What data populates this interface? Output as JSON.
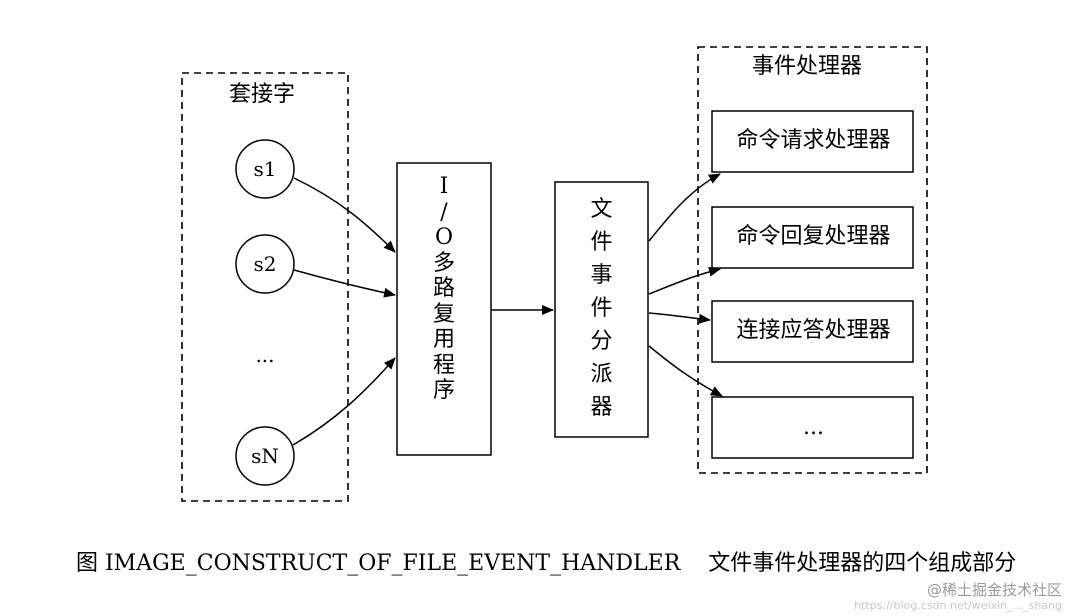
{
  "socket_group": {
    "title": "套接字",
    "sockets": [
      "s1",
      "s2",
      "...",
      "sN"
    ]
  },
  "io_multiplexer": {
    "label_chars": [
      "I",
      "/",
      "O",
      "多",
      "路",
      "复",
      "用",
      "程",
      "序"
    ]
  },
  "dispatcher": {
    "label_chars": [
      "文",
      "件",
      "事",
      "件",
      "分",
      "派",
      "器"
    ]
  },
  "handler_group": {
    "title": "事件处理器",
    "handlers": [
      "命令请求处理器",
      "命令回复处理器",
      "连接应答处理器",
      "..."
    ]
  },
  "caption": "图 IMAGE_CONSTRUCT_OF_FILE_EVENT_HANDLER    文件事件处理器的四个组成部分",
  "watermark": "@稀土掘金技术社区",
  "watermark_sub": "https://blog.csdn.net/weixin_..._shang"
}
